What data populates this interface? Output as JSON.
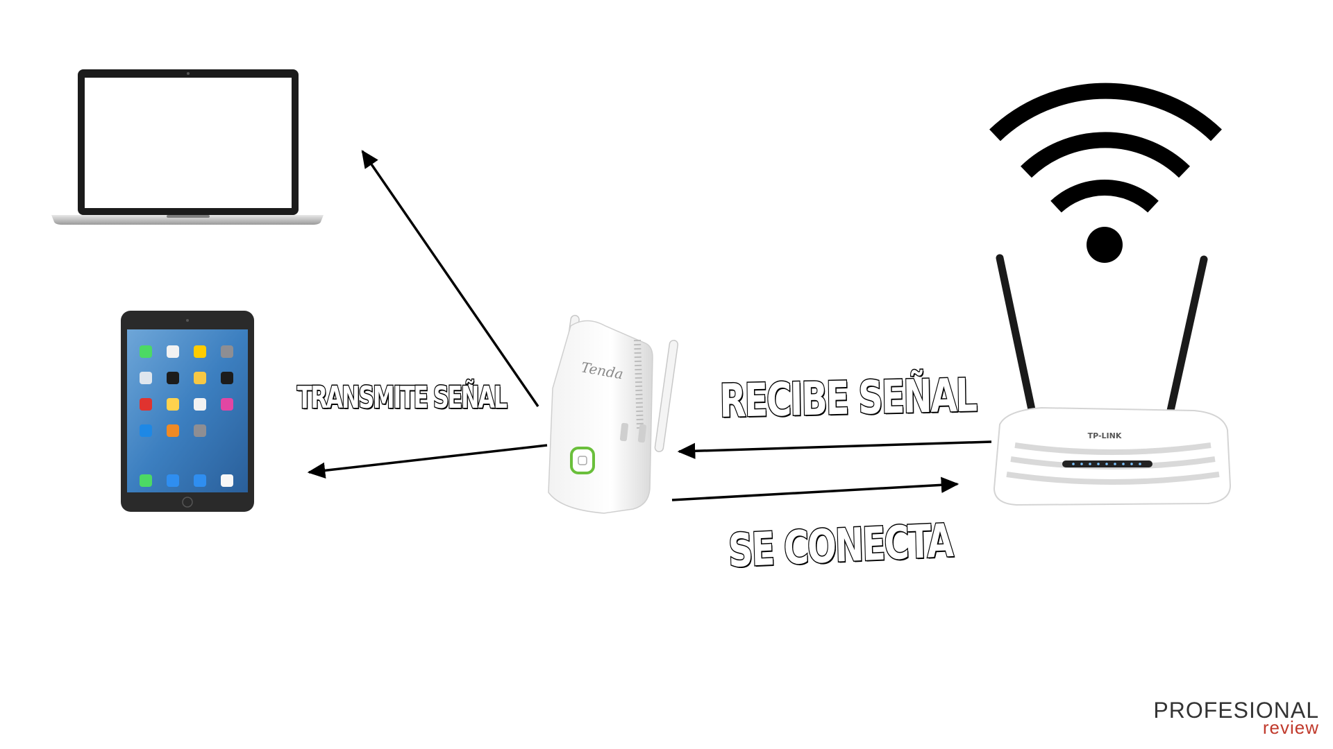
{
  "labels": {
    "transmit": "TRANSMITE SEÑAL",
    "receive": "RECIBE SEÑAL",
    "connect": "SE CONECTA"
  },
  "devices": {
    "extender_brand": "Tenda",
    "router_brand": "TP-LINK"
  },
  "logo": {
    "main": "PROFESIONAL",
    "sub": "review"
  },
  "colors": {
    "arrow": "#000000",
    "extender_led": "#6abf3b",
    "logo_main": "#333333",
    "logo_sub": "#c0392b"
  }
}
